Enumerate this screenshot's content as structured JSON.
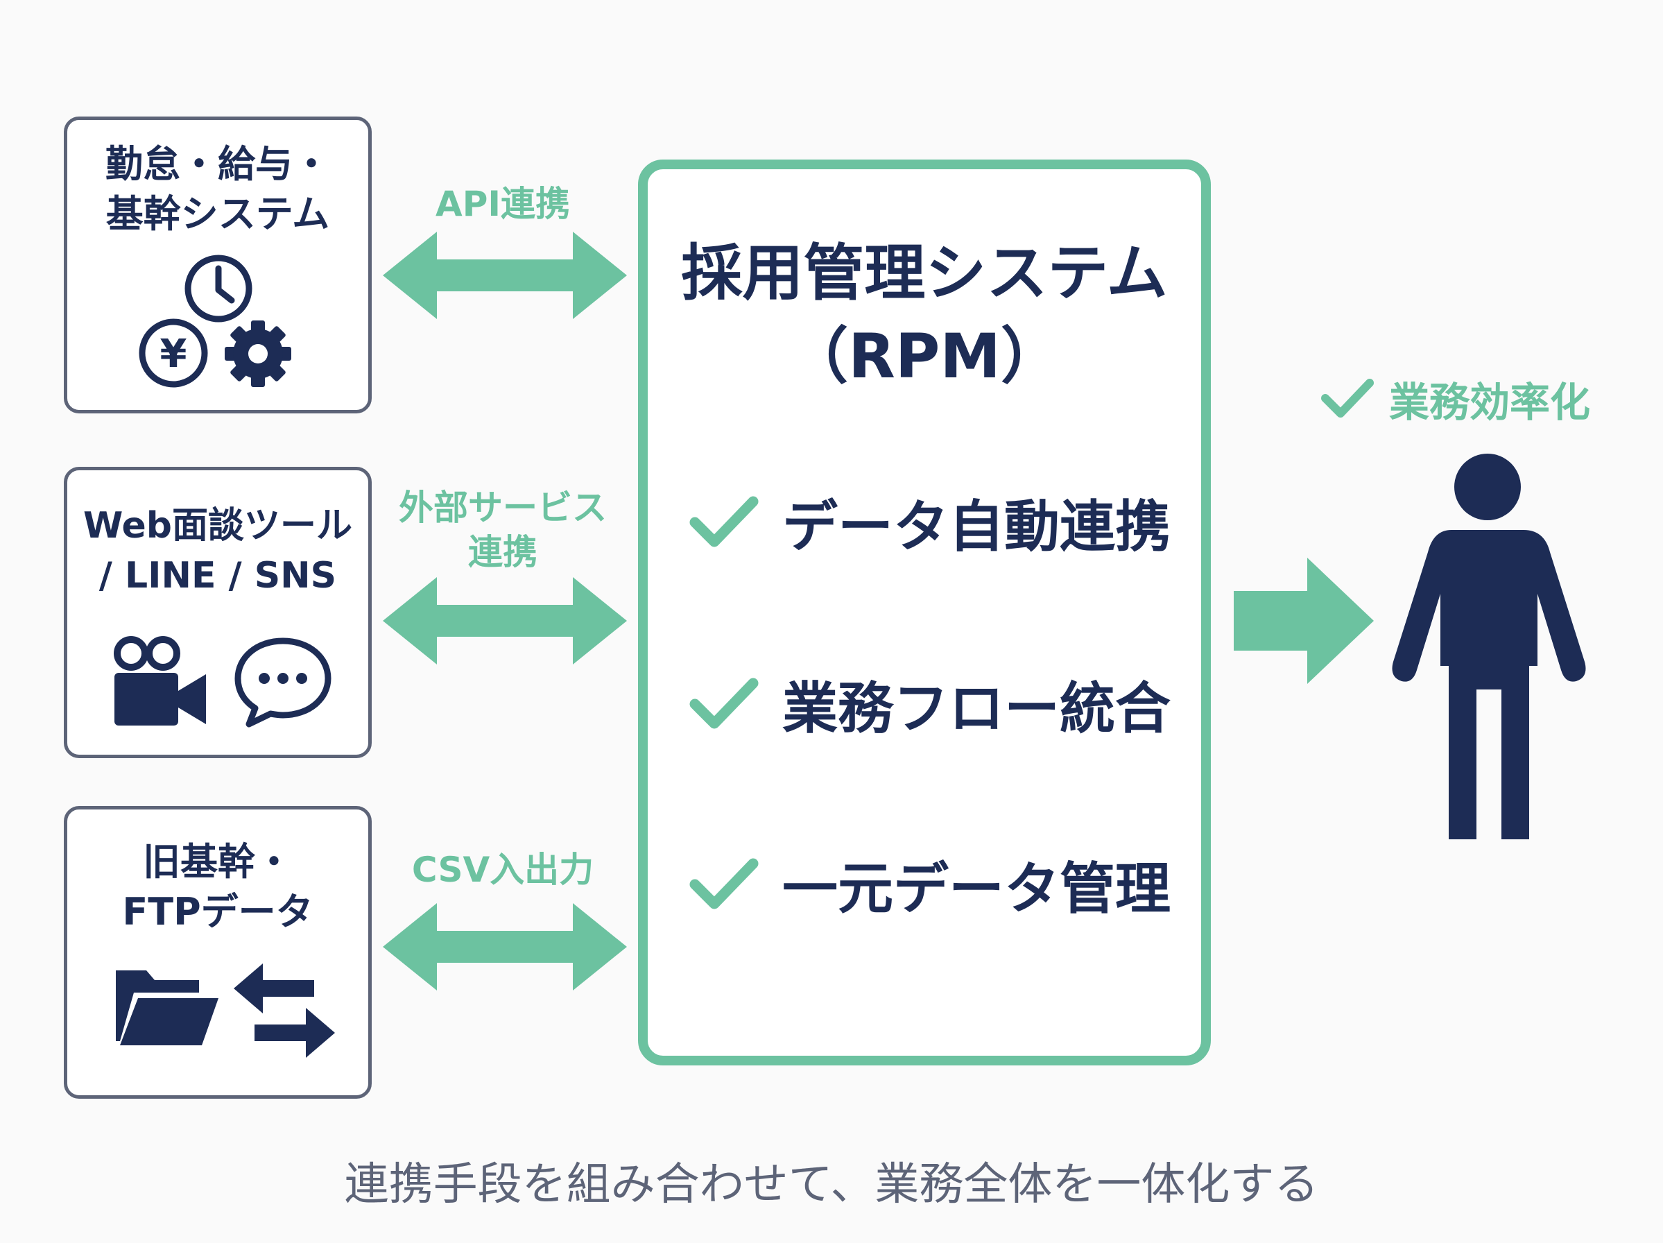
{
  "sources": [
    {
      "title_lines": [
        "勤怠・給与・",
        "基幹システム"
      ],
      "icons": [
        "clock-icon",
        "yen-coin-icon",
        "gear-icon"
      ]
    },
    {
      "title_lines": [
        "Web面談ツール",
        "/ LINE / SNS"
      ],
      "icons": [
        "video-camera-icon",
        "chat-bubble-icon"
      ]
    },
    {
      "title_lines": [
        "旧基幹・",
        "FTPデータ"
      ],
      "icons": [
        "folder-icon",
        "exchange-arrows-icon"
      ]
    }
  ],
  "connections": [
    {
      "label_lines": [
        "API連携"
      ]
    },
    {
      "label_lines": [
        "外部サービス",
        "連携"
      ]
    },
    {
      "label_lines": [
        "CSV入出力"
      ]
    }
  ],
  "main_system": {
    "title_lines": [
      "採用管理システム",
      "（RPM）"
    ],
    "features": [
      "データ自動連携",
      "業務フロー統合",
      "一元データ管理"
    ]
  },
  "result": {
    "label": "業務効率化",
    "icons": [
      "check-icon",
      "person-icon"
    ]
  },
  "caption": "連携手段を組み合わせて、業務全体を一体化する",
  "colors": {
    "accent_green": "#6cc2a0",
    "navy": "#1d2c55",
    "border_gray": "#5d6478",
    "caption_gray": "#5d6478"
  }
}
